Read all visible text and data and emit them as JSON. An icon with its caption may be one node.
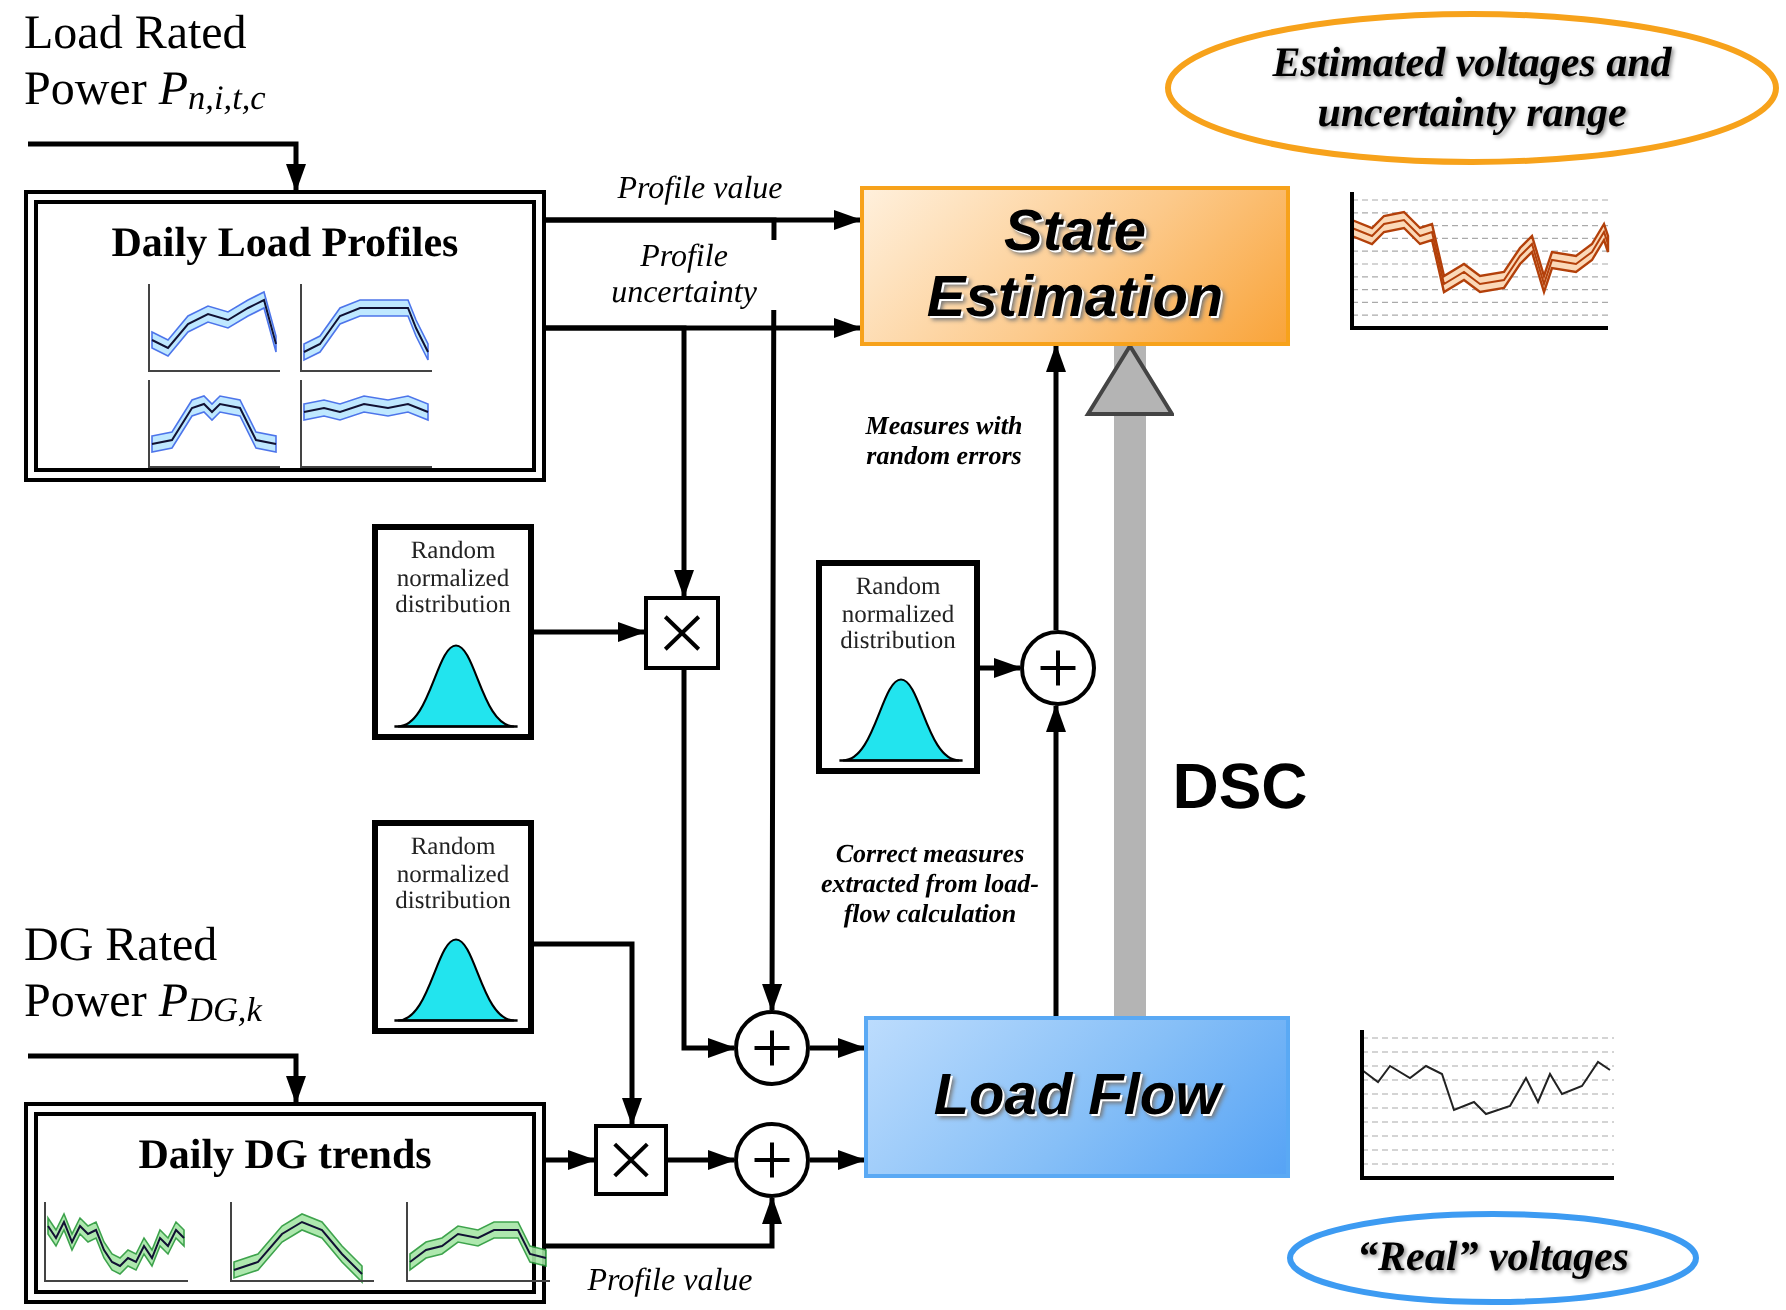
{
  "diagram": {
    "nodes": [
      {
        "text": [
          "Load Rated Power *P*$_{n,i,t,c}$"
        ]
      },
      {
        "text": [
          "Daily Load Profiles"
        ]
      },
      {
        "text": [
          "State Estimation"
        ]
      },
      {
        "text": [
          "Estimated voltages and uncertainty range"
        ]
      },
      {
        "text": [
          "Random normalized distribution"
        ]
      },
      {
        "text": [],
        "shape": "box"
      },
      {
        "text": [
          "Random normalized distribution"
        ]
      },
      {
        "text": [],
        "shape": "circle"
      },
      {
        "text": [
          "Random normalized distribution"
        ]
      },
      {
        "text": [
          "DG Rated Power *P*$_{DG,k}$"
        ]
      },
      {
        "text": [
          "Daily DG trends"
        ]
      },
      {
        "text": [],
        "shape": "box"
      },
      {
        "text": [],
        "shape": "circle"
      },
      {
        "text": [],
        "shape": "circle"
      },
      {
        "text": [
          "Load Flow"
        ]
      },
      {
        "text": [
          "“Real” voltages"
        ]
      }
    ],
    "edges": [
      {
        "from": 0,
        "to": 1,
        "arrow": "to"
      },
      {
        "from": 1,
        "to": 2,
        "arrow": "to",
        "label": "Profile value"
      },
      {
        "from": 1,
        "to": 2,
        "arrow": "to",
        "label": "Profile uncertainty"
      },
      {
        "from": 1,
        "to": 5,
        "arrow": "to"
      },
      {
        "from": 1,
        "to": 12,
        "arrow": "to"
      },
      {
        "from": 4,
        "to": 5,
        "arrow": "to"
      },
      {
        "from": 5,
        "to": 12,
        "arrow": "to"
      },
      {
        "from": 6,
        "to": 7,
        "arrow": "to"
      },
      {
        "from": 7,
        "to": 2,
        "arrow": "to",
        "label": "Measures with random errors"
      },
      {
        "from": 14,
        "to": 7,
        "arrow": "to",
        "label": "Correct measures extracted from load-flow calculation"
      },
      {
        "from": 14,
        "to": 2,
        "arrow": "to",
        "label": "DSC",
        "style": "thick",
        "color": "#b4b4b4"
      },
      {
        "from": 9,
        "to": 10,
        "arrow": "to"
      },
      {
        "from": 8,
        "to": 11,
        "arrow": "to"
      },
      {
        "from": 10,
        "to": 11,
        "arrow": "to"
      },
      {
        "from": 11,
        "to": 13,
        "arrow": "to"
      },
      {
        "from": 10,
        "to": 13,
        "arrow": "to",
        "label": "Profile value"
      },
      {
        "from": 12,
        "to": 14,
        "arrow": "to"
      },
      {
        "from": 13,
        "to": 14,
        "arrow": "to"
      }
    ]
  }
}
